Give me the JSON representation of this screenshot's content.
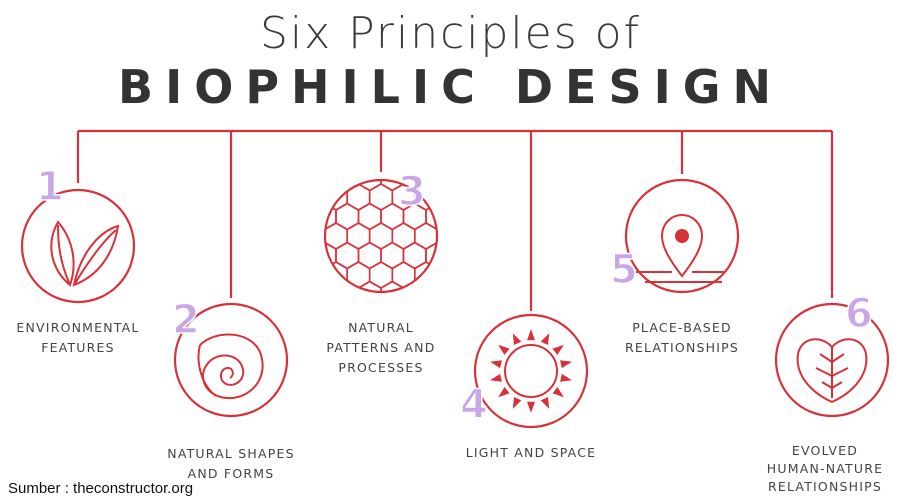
{
  "title_line1": "Six Principles of",
  "title_line2": "BIOPHILIC DESIGN",
  "accent_color": "#d8313a",
  "number_color": "#c9a6e6",
  "principles": [
    {
      "number": "1",
      "label_lines": [
        "ENVIRONMENTAL",
        "FEATURES"
      ],
      "icon": "leaves-icon"
    },
    {
      "number": "2",
      "label_lines": [
        "NATURAL SHAPES",
        "AND FORMS"
      ],
      "icon": "nautilus-shell-icon"
    },
    {
      "number": "3",
      "label_lines": [
        "NATURAL",
        "PATTERNS AND",
        "PROCESSES"
      ],
      "icon": "hexagon-pattern-icon"
    },
    {
      "number": "4",
      "label_lines": [
        "LIGHT AND SPACE"
      ],
      "icon": "sun-icon"
    },
    {
      "number": "5",
      "label_lines": [
        "PLACE-BASED",
        "RELATIONSHIPS"
      ],
      "icon": "map-pin-icon"
    },
    {
      "number": "6",
      "label_lines": [
        "EVOLVED",
        "HUMAN-NATURE",
        "RELATIONSHIPS"
      ],
      "icon": "leaf-veins-icon"
    }
  ],
  "source": "Sumber : theconstructor.org"
}
